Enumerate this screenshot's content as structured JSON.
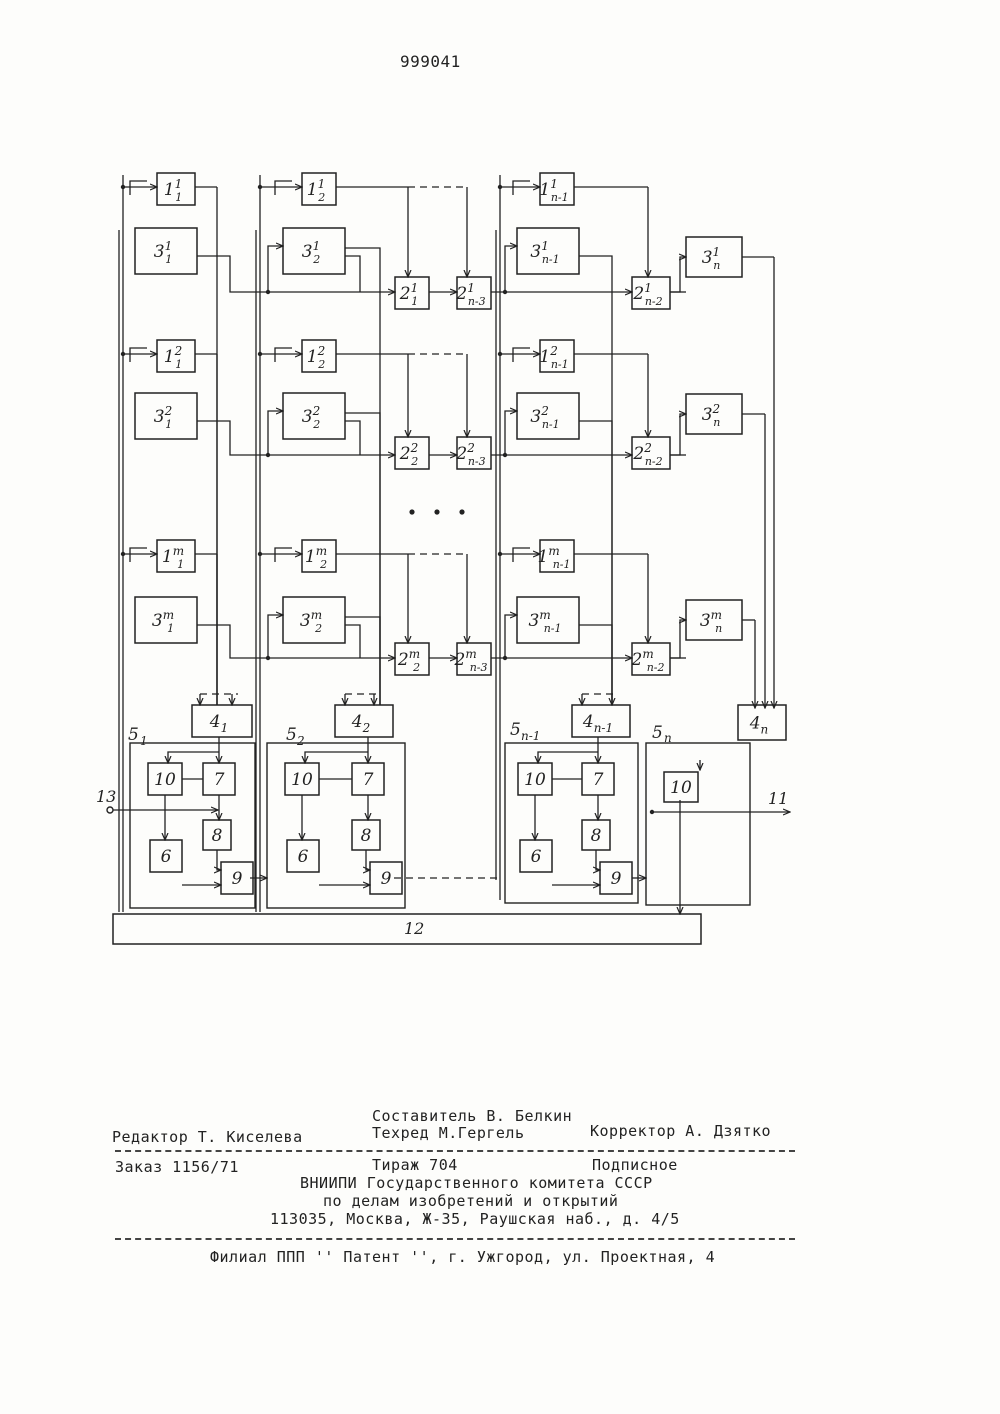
{
  "doc_number": "999041",
  "diagram": {
    "row1": {
      "b1": [
        "1",
        "1",
        "1"
      ],
      "b1_2": [
        "1",
        "1",
        "2"
      ],
      "b1_n": [
        "1",
        "1",
        "n-1"
      ],
      "b3": [
        "3",
        "1",
        "1"
      ],
      "b3_2": [
        "3",
        "1",
        "2"
      ],
      "b3_n1": [
        "3",
        "1",
        "n-1"
      ],
      "b3_n": [
        "3",
        "1",
        "n"
      ],
      "b2_1": [
        "2",
        "1",
        "1"
      ],
      "b2_n3": [
        "2",
        "1",
        "n-3"
      ],
      "b2_n2": [
        "2",
        "1",
        "n-2"
      ]
    },
    "row2": {
      "b1": [
        "1",
        "2",
        "1"
      ],
      "b1_2": [
        "1",
        "2",
        "2"
      ],
      "b1_n": [
        "1",
        "2",
        "n-1"
      ],
      "b3": [
        "3",
        "2",
        "1"
      ],
      "b3_2": [
        "3",
        "2",
        "2"
      ],
      "b3_n1": [
        "3",
        "2",
        "n-1"
      ],
      "b3_n": [
        "3",
        "2",
        "n"
      ],
      "b2_1": [
        "2",
        "2",
        "2"
      ],
      "b2_n3": [
        "2",
        "2",
        "n-3"
      ],
      "b2_n2": [
        "2",
        "2",
        "n-2"
      ]
    },
    "row3": {
      "b1": [
        "1",
        "m",
        "1"
      ],
      "b1_2": [
        "1",
        "m",
        "2"
      ],
      "b1_n": [
        "1",
        "m",
        "n-1"
      ],
      "b3": [
        "3",
        "m",
        "1"
      ],
      "b3_2": [
        "3",
        "m",
        "2"
      ],
      "b3_n1": [
        "3",
        "m",
        "n-1"
      ],
      "b3_n": [
        "3",
        "m",
        "n"
      ],
      "b2_1": [
        "2",
        "m",
        "2"
      ],
      "b2_n3": [
        "2",
        "m",
        "n-3"
      ],
      "b2_n2": [
        "2",
        "m",
        "n-2"
      ]
    },
    "b4": [
      [
        "4",
        "1"
      ],
      [
        "4",
        "2"
      ],
      [
        "4",
        "n-1"
      ],
      [
        "4",
        "n"
      ]
    ],
    "b5": [
      [
        "5",
        "1"
      ],
      [
        "5",
        "2"
      ],
      [
        "5",
        "n-1"
      ],
      [
        "5",
        "n"
      ]
    ],
    "inner": {
      "b10": "10",
      "b7": "7",
      "b8": "8",
      "b6": "6",
      "b9": "9"
    },
    "bus": "12",
    "input": "13",
    "output": "11"
  },
  "footer": {
    "compiler": "Составитель В. Белкин",
    "editor": "Редактор Т. Киселева",
    "techred": "Техред М.Гергель",
    "corrector": "Корректор А. Дзятко",
    "order": "Заказ 1156/71",
    "circulation": "Тираж 704",
    "subscription": "Подписное",
    "org1": "ВНИИПИ Государственного комитета СССР",
    "org2": "по делам изобретений и открытий",
    "address": "113035, Москва, Ж-35, Раушская наб., д. 4/5",
    "branch": "Филиал ППП '' Патент '', г. Ужгород, ул. Проектная, 4"
  }
}
